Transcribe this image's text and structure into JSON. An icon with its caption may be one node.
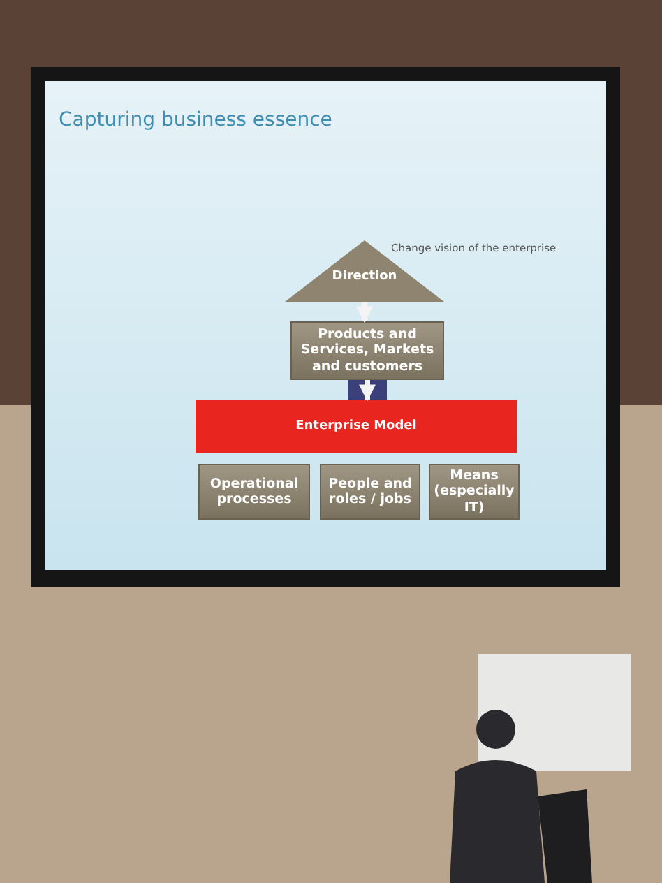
{
  "diagram": {
    "title": "Capturing business essence",
    "nodes": [
      {
        "text": [
          "Direction"
        ]
      },
      {
        "text": [
          "Products and Services, Markets and customers"
        ]
      },
      {
        "text": [
          "Enterprise Model"
        ]
      },
      {
        "text": [
          "Operational processes"
        ]
      },
      {
        "text": [
          "People and roles / jobs"
        ]
      },
      {
        "text": [
          "Means (especially IT)"
        ]
      }
    ],
    "edges": [
      {
        "from": 0,
        "to": 1,
        "arrow": "to"
      },
      {
        "from": 1,
        "to": 2,
        "arrow": "to"
      }
    ],
    "labels": [
      "Change vision of the enterprise"
    ]
  }
}
